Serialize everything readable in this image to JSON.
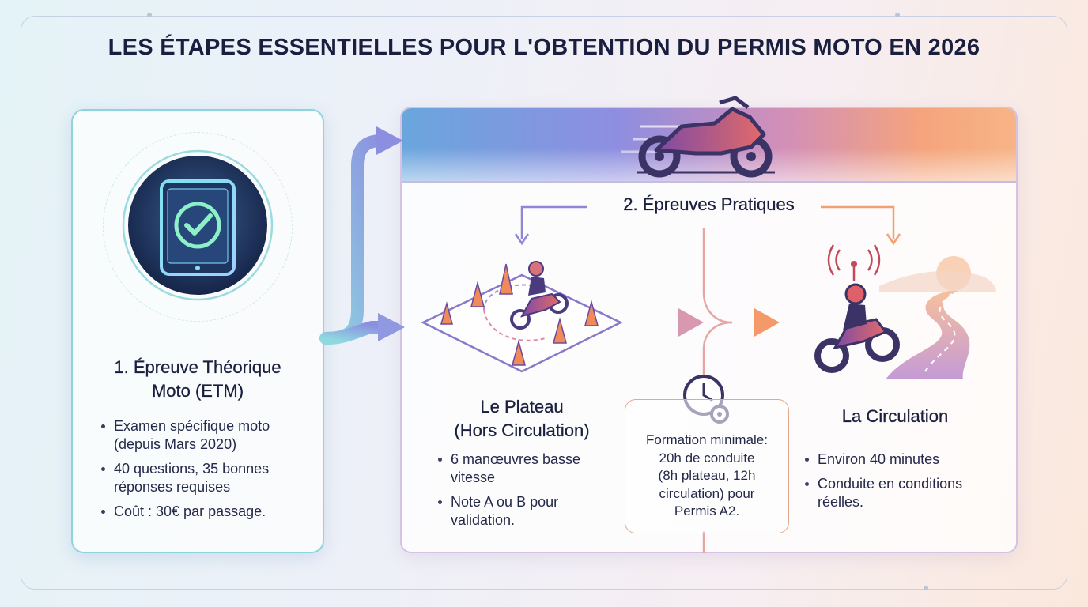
{
  "title": "LES ÉTAPES ESSENTIELLES POUR L'OBTENTION DU PERMIS MOTO EN 2026",
  "colors": {
    "teal_accent": "#8ed4de",
    "blue_accent": "#6aa6de",
    "purple_accent": "#8e8ee0",
    "orange_accent": "#f5a47c",
    "text_dark": "#1a1f3f"
  },
  "step1": {
    "title_line1": "1. Épreuve Théorique",
    "title_line2": "Moto (ETM)",
    "icon": "tablet-check-icon",
    "bullets": [
      "Examen spécifique moto (depuis Mars 2020)",
      "40 questions, 35 bonnes réponses requises",
      "Coût : 30€ par passage."
    ]
  },
  "step2": {
    "title": "2. Épreuves Pratiques",
    "header_icon": "motorcycle-icon",
    "plateau": {
      "title_line1": "Le Plateau",
      "title_line2": "(Hors Circulation)",
      "icon": "cones-course-icon",
      "bullets": [
        "6 manœuvres basse vitesse",
        "Note A ou B pour validation."
      ]
    },
    "formation": {
      "icon": "clock-gear-icon",
      "line1": "Formation minimale:",
      "line2": "20h de conduite",
      "line3": "(8h plateau, 12h",
      "line4": "circulation) pour",
      "line5": "Permis A2."
    },
    "circulation": {
      "title": "La Circulation",
      "icon": "rider-road-icon",
      "bullets": [
        "Environ 40 minutes",
        "Conduite en conditions réelles."
      ]
    }
  }
}
